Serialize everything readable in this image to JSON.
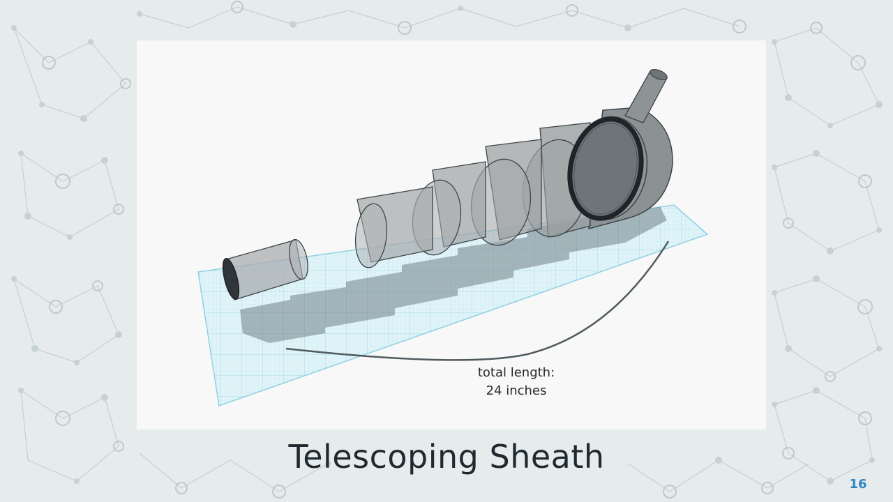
{
  "slide": {
    "title": "Telescoping Sheath",
    "page_number": "16"
  },
  "diagram": {
    "label_line_1": "total length:",
    "label_line_2": "24 inches"
  },
  "colors": {
    "background": "#e6ecec",
    "pattern": "#b9c8c8",
    "frame": "#f8f8f8",
    "grid": "#a9dce9",
    "tube_fill": "#8a8e90",
    "tube_stroke": "#3d4448",
    "page_number": "#2e86c1"
  }
}
